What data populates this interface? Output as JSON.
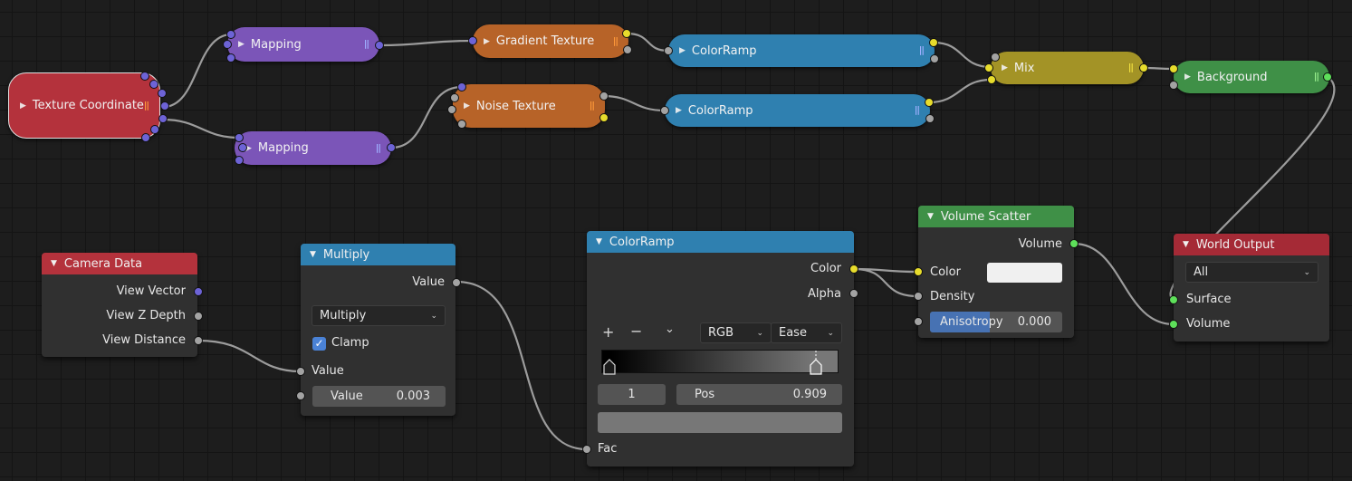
{
  "colors": {
    "texture_coordinate": "#b4323c",
    "mapping": "#7b55b8",
    "gradient_texture": "#b76328",
    "noise_texture": "#b76328",
    "colorramp": "#2f80b0",
    "mix": "#a39326",
    "background": "#3f9047",
    "camera_data": "#b4323c",
    "multiply": "#2f80b0",
    "volume_scatter": "#3f9047",
    "world_output": "#a52a36",
    "socket_vector": "#6d63d6",
    "socket_color": "#e7dc2c",
    "socket_float": "#a3a3a3",
    "socket_shader": "#5ee05a"
  },
  "collapsed_nodes": {
    "texture_coordinate": "Texture Coordinate",
    "mapping_top": "Mapping",
    "mapping_bottom": "Mapping",
    "gradient_texture": "Gradient Texture",
    "noise_texture": "Noise Texture",
    "colorramp_top": "ColorRamp",
    "colorramp_bottom": "ColorRamp",
    "mix": "Mix",
    "background": "Background"
  },
  "camera_data": {
    "title": "Camera Data",
    "outputs": [
      "View Vector",
      "View Z Depth",
      "View Distance"
    ]
  },
  "multiply": {
    "title": "Multiply",
    "output": "Value",
    "operation": "Multiply",
    "clamp_label": "Clamp",
    "clamp_checked": true,
    "input_label": "Value",
    "value_field_label": "Value",
    "value_field_value": "0.003"
  },
  "colorramp": {
    "title": "ColorRamp",
    "output_color": "Color",
    "output_alpha": "Alpha",
    "add_icon": "plus-icon",
    "remove_icon": "minus-icon",
    "menu_icon": "chevron-down-icon",
    "color_mode": "RGB",
    "interpolation": "Ease",
    "stop_index": "1",
    "pos_label": "Pos",
    "pos_value": "0.909",
    "input_fac": "Fac"
  },
  "volume_scatter": {
    "title": "Volume Scatter",
    "output": "Volume",
    "input_color": "Color",
    "input_density": "Density",
    "anisotropy_label": "Anisotropy",
    "anisotropy_value": "0.000",
    "anisotropy_fraction": 0.45
  },
  "world_output": {
    "title": "World Output",
    "target": "All",
    "input_surface": "Surface",
    "input_volume": "Volume"
  }
}
